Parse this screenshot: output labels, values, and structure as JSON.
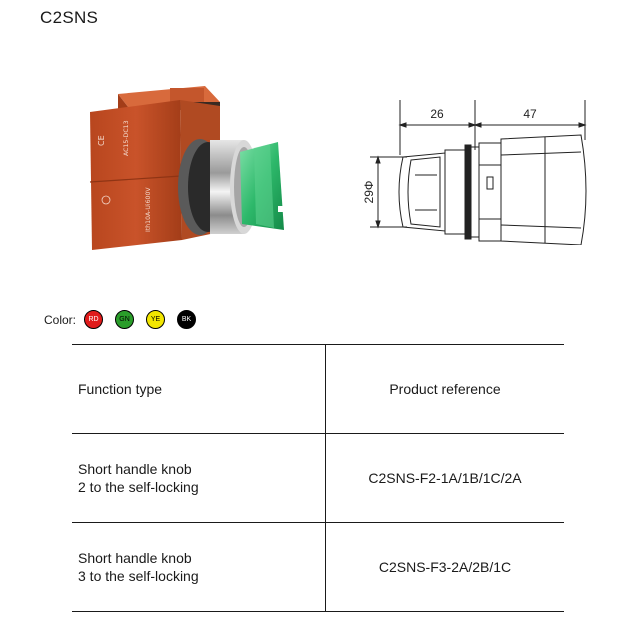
{
  "title": "C2SNS",
  "product_markings": {
    "rating_top": "AC15-DC13",
    "rating_bottom": "Ith10A-Ui600V"
  },
  "dimensions": {
    "length_front": "26",
    "length_body": "47",
    "diameter": "29Φ"
  },
  "colors": {
    "label": "Color:",
    "options": [
      {
        "code": "RD",
        "fill": "#e01b1b",
        "text": "#ffffff"
      },
      {
        "code": "GN",
        "fill": "#2a9d2a",
        "text": "#000000"
      },
      {
        "code": "YE",
        "fill": "#f2e600",
        "text": "#000000"
      },
      {
        "code": "BK",
        "fill": "#000000",
        "text": "#ffffff"
      }
    ]
  },
  "table": {
    "headers": [
      "Function type",
      "Product reference"
    ],
    "rows": [
      {
        "function_line1": "Short handle knob",
        "function_line2": "2 to the self-locking",
        "reference": "C2SNS-F2-1A/1B/1C/2A"
      },
      {
        "function_line1": "Short handle knob",
        "function_line2": "3 to the self-locking",
        "reference": "C2SNS-F3-2A/2B/1C"
      }
    ]
  }
}
